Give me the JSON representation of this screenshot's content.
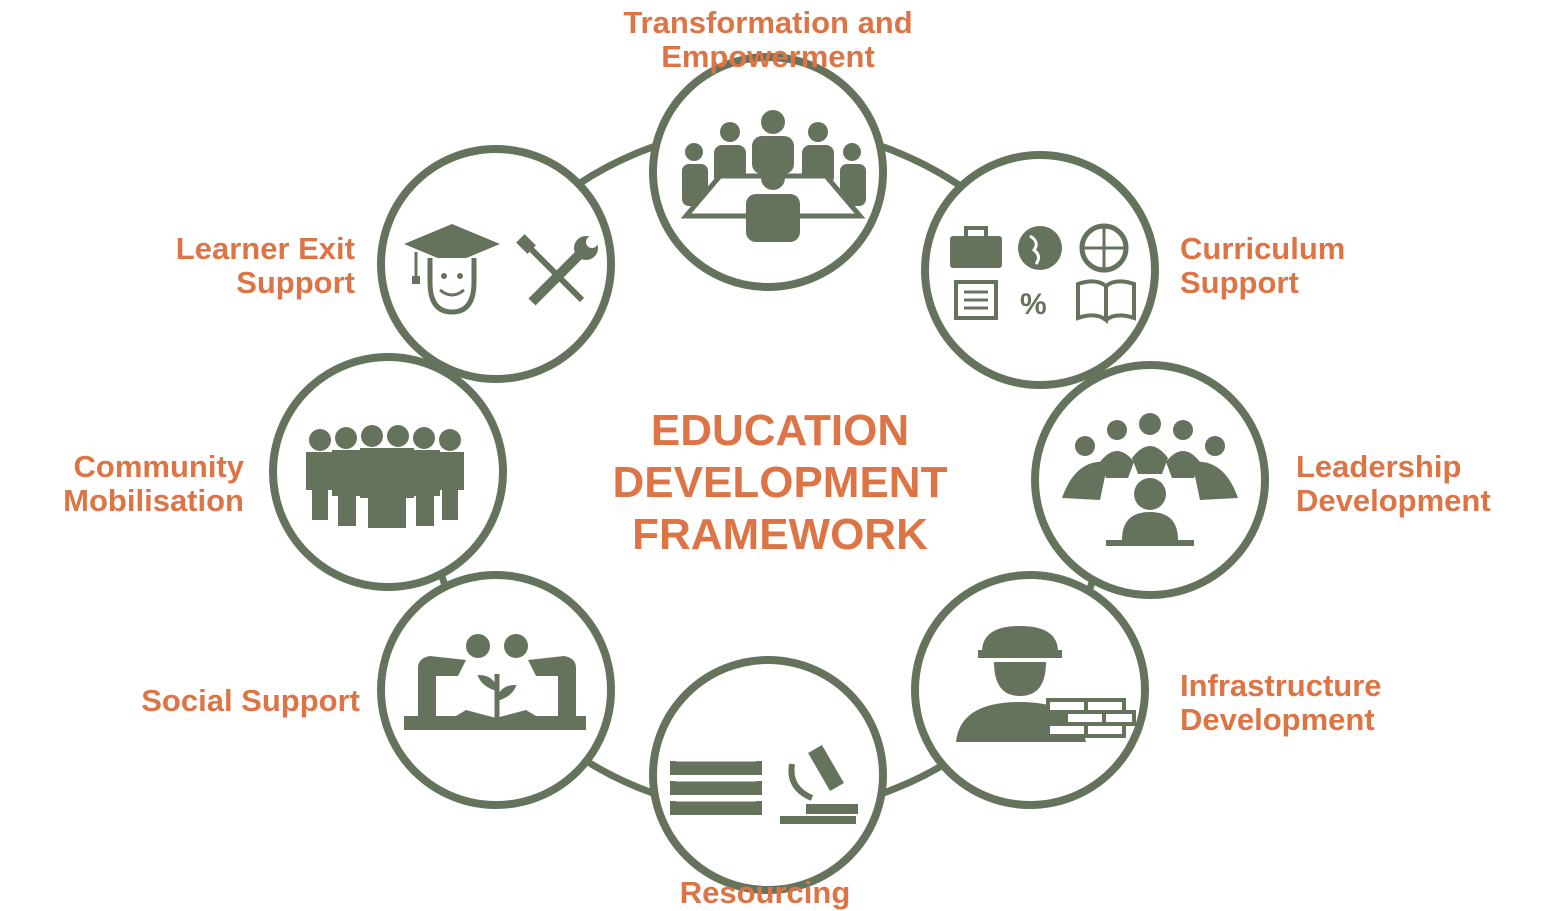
{
  "colors": {
    "accent": "#dd7445",
    "ring": "#65735d",
    "icon": "#65735d",
    "background": "#ffffff"
  },
  "center": {
    "line1": "EDUCATION",
    "line2": "DEVELOPMENT",
    "line3": "FRAMEWORK"
  },
  "nodes": [
    {
      "id": "transformation",
      "icon": "meeting-table-icon",
      "line1": "Transformation and",
      "line2": "Empowerment"
    },
    {
      "id": "curriculum",
      "icon": "curriculum-subjects-icon",
      "line1": "Curriculum",
      "line2": "Support"
    },
    {
      "id": "leadership",
      "icon": "leader-group-icon",
      "line1": "Leadership",
      "line2": "Development"
    },
    {
      "id": "infrastructure",
      "icon": "builder-bricks-icon",
      "line1": "Infrastructure",
      "line2": "Development"
    },
    {
      "id": "resourcing",
      "icon": "books-microscope-icon",
      "line1": "Resourcing",
      "line2": ""
    },
    {
      "id": "social",
      "icon": "nurturing-plant-icon",
      "line1": "Social Support",
      "line2": ""
    },
    {
      "id": "community",
      "icon": "crowd-people-icon",
      "line1": "Community",
      "line2": "Mobilisation"
    },
    {
      "id": "learner-exit",
      "icon": "graduate-tools-icon",
      "line1": "Learner Exit",
      "line2": "Support"
    }
  ]
}
